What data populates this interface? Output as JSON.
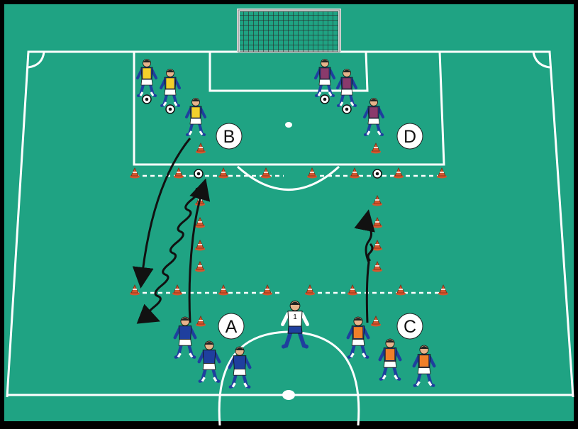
{
  "stations": {
    "a": "A",
    "b": "B",
    "c": "C",
    "d": "D"
  },
  "coach_number": "1",
  "colors": {
    "pitch": "#1fa383",
    "pitch_border": "#000000",
    "lines": "#ffffff",
    "cone": "#d4572f",
    "blue_team": "#1f3f9e",
    "yellow_bib": "#f2d02b",
    "purple_bib": "#8a3a6c",
    "orange_bib": "#ef7f2a",
    "arrow": "#111111"
  }
}
